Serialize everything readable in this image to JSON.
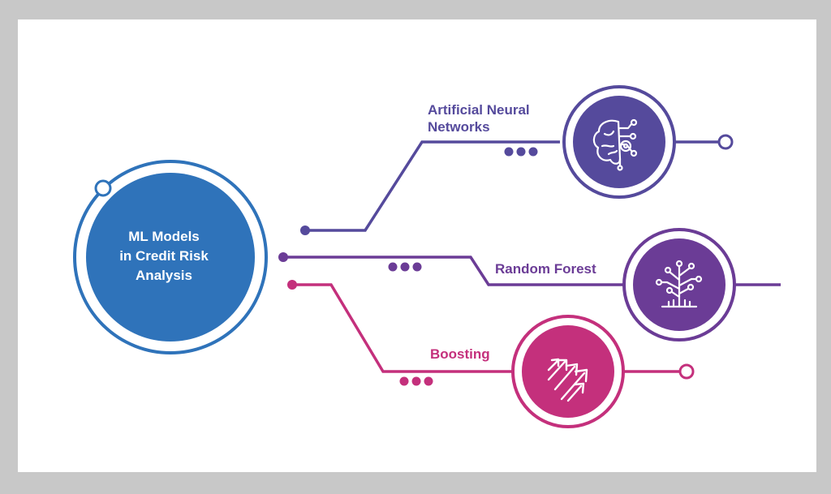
{
  "center": {
    "title_lines": [
      "ML Models",
      "in Credit Risk",
      "Analysis"
    ],
    "color": "#2f73ba"
  },
  "models": [
    {
      "label_lines": [
        "Artificial Neural",
        "Networks"
      ],
      "icon": "brain-circuit-icon",
      "color": "#554a9c"
    },
    {
      "label_lines": [
        "Random Forest"
      ],
      "icon": "circuit-tree-icon",
      "color": "#6b3c96"
    },
    {
      "label_lines": [
        "Boosting"
      ],
      "icon": "rising-arrows-icon",
      "color": "#c4307c"
    }
  ]
}
